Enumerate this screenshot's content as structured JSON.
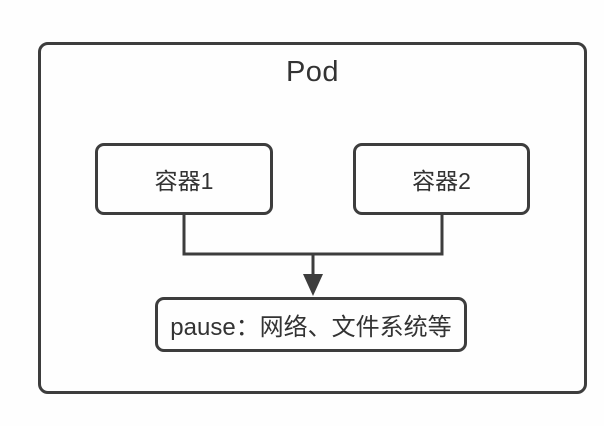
{
  "diagram": {
    "title": "Pod",
    "nodes": {
      "container1": {
        "label": "容器1"
      },
      "container2": {
        "label": "容器2"
      },
      "pause": {
        "label": "pause：网络、文件系统等"
      }
    },
    "edges": [
      {
        "from": "container1",
        "to": "pause",
        "arrow": true
      },
      {
        "from": "container2",
        "to": "pause",
        "arrow": true
      }
    ],
    "colors": {
      "line": "#3d3d3d",
      "text": "#333333",
      "background": "#fefefe"
    }
  }
}
